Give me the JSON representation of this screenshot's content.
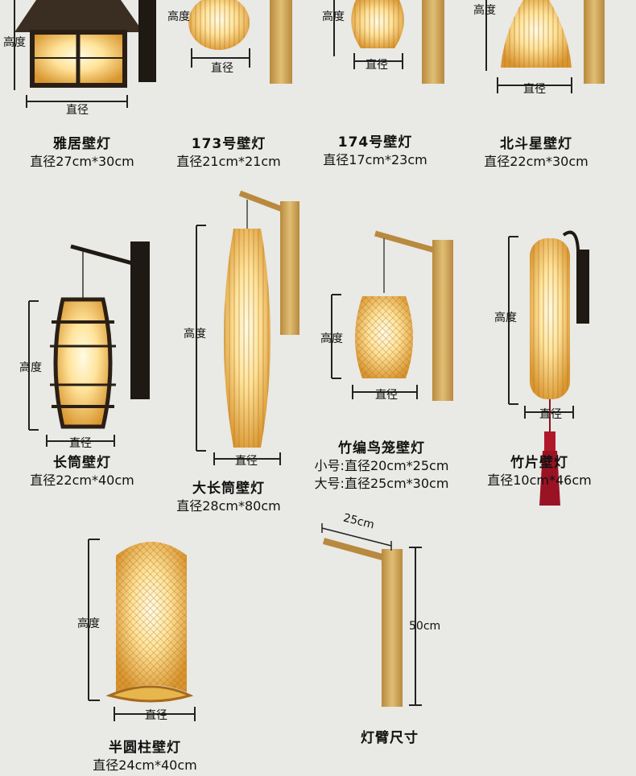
{
  "labels": {
    "height": "高度",
    "diameter": "直径"
  },
  "products": [
    {
      "name": "雅居壁灯",
      "size": "直径27cm*30cm"
    },
    {
      "name": "173号壁灯",
      "size": "直径21cm*21cm"
    },
    {
      "name": "174号壁灯",
      "size": "直径17cm*23cm"
    },
    {
      "name": "北斗星壁灯",
      "size": "直径22cm*30cm"
    },
    {
      "name": "长筒壁灯",
      "size": "直径22cm*40cm"
    },
    {
      "name": "大长筒壁灯",
      "size": "直径28cm*80cm"
    },
    {
      "name": "竹编鸟笼壁灯",
      "size_small": "小号:直径20cm*25cm",
      "size_large": "大号:直径25cm*30cm"
    },
    {
      "name": "竹片壁灯",
      "size": "直径10cm*46cm"
    },
    {
      "name": "半圆柱壁灯",
      "size": "直径24cm*40cm"
    }
  ],
  "arm": {
    "name": "灯臂尺寸",
    "arm_length": "25cm",
    "pole_height": "50cm"
  },
  "colors": {
    "background": "#e9e9e5",
    "bamboo": "#cfa65a",
    "glow": "#ffe9a8",
    "dark_wood": "#2a1f16",
    "tassel": "#b0182a"
  }
}
